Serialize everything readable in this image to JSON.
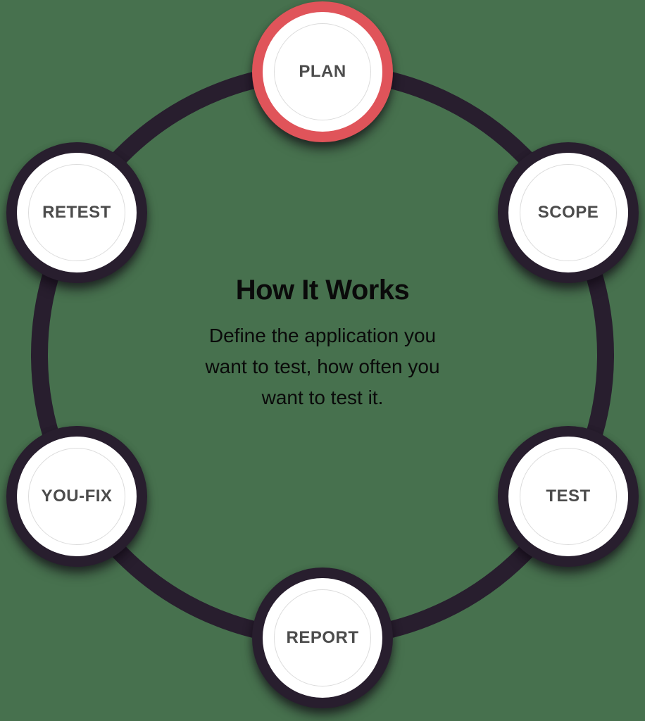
{
  "colors": {
    "background": "#47714e",
    "ring": "#281e2e",
    "accent": "#e0545a",
    "node_label": "#4c4c4c",
    "inner_outline": "#dcdcdc",
    "center_text": "#0a0a0a"
  },
  "diagram": {
    "title": "How It Works",
    "description_lines": [
      "Define the application you",
      "want to test, how often you",
      "want to test it."
    ],
    "nodes": [
      {
        "label": "PLAN",
        "highlighted": true
      },
      {
        "label": "SCOPE",
        "highlighted": false
      },
      {
        "label": "TEST",
        "highlighted": false
      },
      {
        "label": "REPORT",
        "highlighted": false
      },
      {
        "label": "YOU-FIX",
        "highlighted": false
      },
      {
        "label": "RETEST",
        "highlighted": false
      }
    ]
  }
}
